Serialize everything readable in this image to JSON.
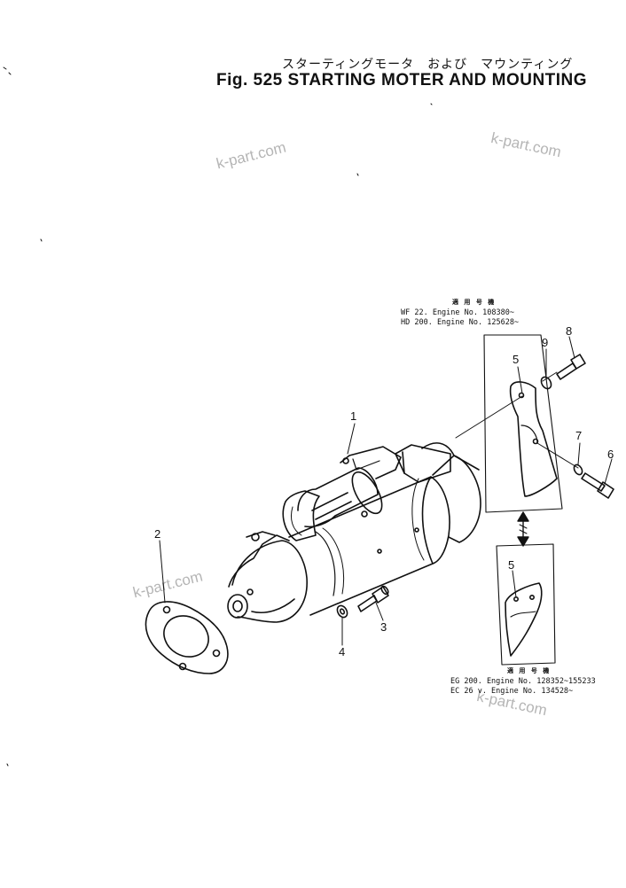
{
  "title": {
    "japanese": "スターティングモータ　および　マウンティング",
    "english": "Fig. 525  STARTING MOTER AND MOUNTING"
  },
  "watermarks": [
    "k-part.com",
    "k-part.com",
    "k-part.com",
    "k-part.com"
  ],
  "applicability_top": {
    "header": "適 用 号 機",
    "rows": [
      "WF 22.   Engine No. 108380~",
      "HD 200.  Engine No. 125628~"
    ]
  },
  "applicability_bottom": {
    "header": "適 用 号 機",
    "rows": [
      "EG 200.  Engine No. 128352~155233",
      "EC 26 v.  Engine No. 134528~"
    ]
  },
  "callouts": [
    "1",
    "2",
    "3",
    "4",
    "5",
    "6",
    "7",
    "8",
    "9",
    "5"
  ]
}
